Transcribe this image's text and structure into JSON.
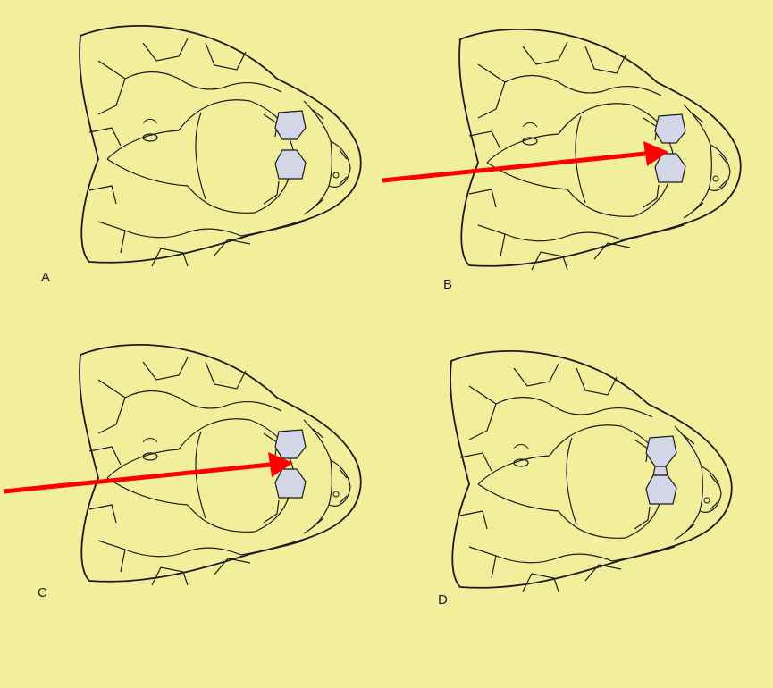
{
  "panels": [
    {
      "label": "A",
      "highlight": "separate",
      "arrow": false
    },
    {
      "label": "B",
      "highlight": "separate",
      "arrow": true
    },
    {
      "label": "C",
      "highlight": "separate",
      "arrow": true
    },
    {
      "label": "D",
      "highlight": "joined",
      "arrow": false
    }
  ],
  "colors": {
    "background": "#f1ee9c",
    "line": "#1a1a1a",
    "scale_fill": "#d3d6e6",
    "arrow": "#ff0000"
  }
}
